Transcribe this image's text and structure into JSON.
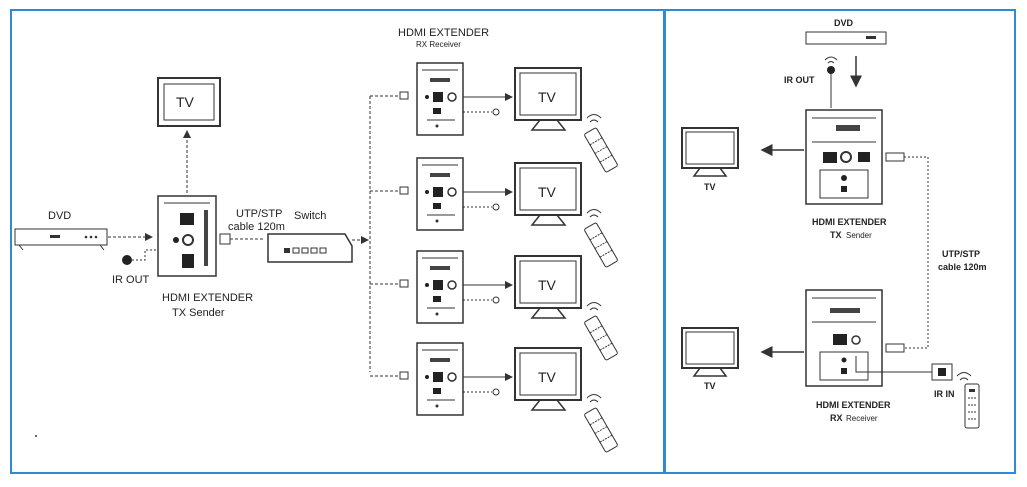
{
  "left_panel": {
    "sender": {
      "dvd": "DVD",
      "ir_out": "IR OUT",
      "title": "HDMI EXTENDER",
      "subtitle": "TX Sender"
    },
    "tv_top": "TV",
    "cable": {
      "line1": "UTP/STP",
      "line2": "cable 120m"
    },
    "switch": "Switch",
    "receiver": {
      "title": "HDMI EXTENDER",
      "subtitle": "RX Receiver"
    },
    "receiver_tvs": [
      "TV",
      "TV",
      "TV",
      "TV"
    ]
  },
  "right_panel": {
    "dvd": "DVD",
    "ir_out": "IR OUT",
    "tv_top": "TV",
    "tx": {
      "title": "HDMI EXTENDER",
      "subtitle": "TX",
      "role": "Sender"
    },
    "cable": {
      "line1": "UTP/STP",
      "line2": "cable 120m"
    },
    "tv_bottom": "TV",
    "rx": {
      "title": "HDMI EXTENDER",
      "subtitle": "RX",
      "role": "Receiver"
    },
    "ir_in": "IR IN"
  },
  "colors": {
    "border": "#2f8ad4",
    "stroke": "#333333",
    "device_fill": "#ffffff",
    "dark": "#222222"
  }
}
